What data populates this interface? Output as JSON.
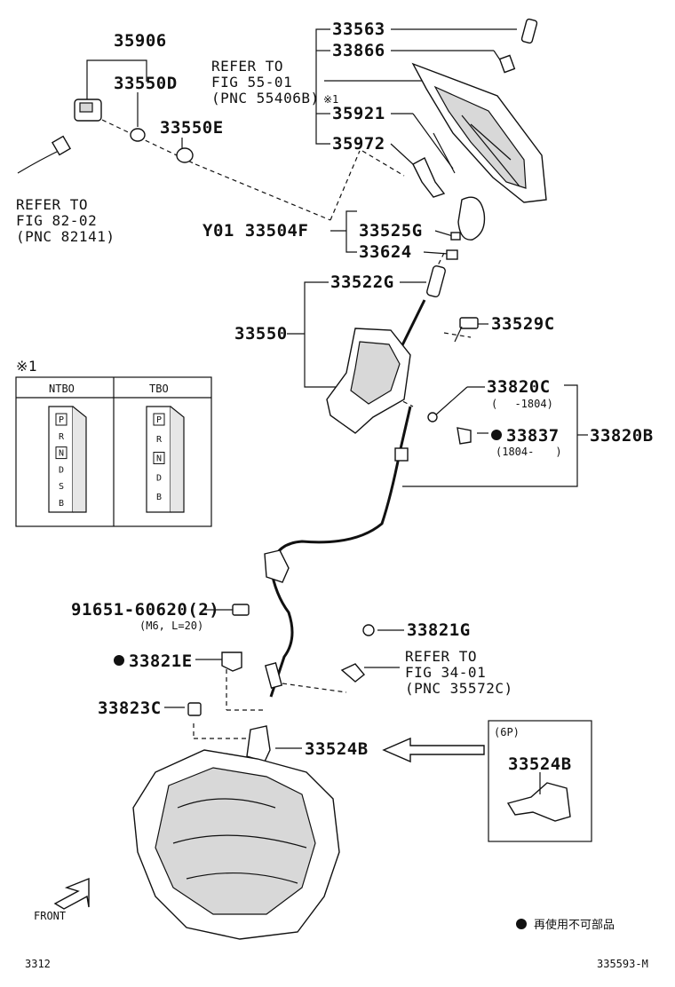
{
  "diagram": {
    "parts": {
      "p35906": "35906",
      "p33550D": "33550D",
      "p33550E": "33550E",
      "p33563": "33563",
      "p33866": "33866",
      "p35921": "35921",
      "p35972": "35972",
      "p33504F": "Y01 33504F",
      "p33525G": "33525G",
      "p33624": "33624",
      "p33522G": "33522G",
      "p33550": "33550",
      "p33529C": "33529C",
      "p33820C": "33820C",
      "p33820C_range": "(　 -1804)",
      "p33837": "33837",
      "p33837_range": "(1804-　　)",
      "p33820B": "33820B",
      "p91651": "91651-60620(2)",
      "p91651_spec": "(M6, L=20)",
      "p33821G": "33821G",
      "p33821E": "33821E",
      "p33823C": "33823C",
      "p33524B": "33524B",
      "p33524B_inset": "33524B"
    },
    "refs": {
      "fig55_line1": "REFER TO",
      "fig55_line2": "FIG 55-01",
      "fig55_line3": "(PNC 55406B)",
      "fig55_mark": "※1",
      "fig82_line1": "REFER TO",
      "fig82_line2": "FIG 82-02",
      "fig82_line3": "(PNC 82141)",
      "fig34_line1": "REFER TO",
      "fig34_line2": "FIG 34-01",
      "fig34_line3": "(PNC 35572C)"
    },
    "note_table": {
      "mark": "※1",
      "col1": "NTBO",
      "col2": "TBO",
      "ntbo_gates": [
        "P",
        "R",
        "N",
        "D",
        "S",
        "B"
      ],
      "tbo_gates": [
        "P",
        "R",
        "N",
        "D",
        "B"
      ]
    },
    "inset_label": "(6P)",
    "front_label": "FRONT",
    "legend_text": "再使用不可部品",
    "page_left": "3312",
    "page_right": "335593-M"
  }
}
